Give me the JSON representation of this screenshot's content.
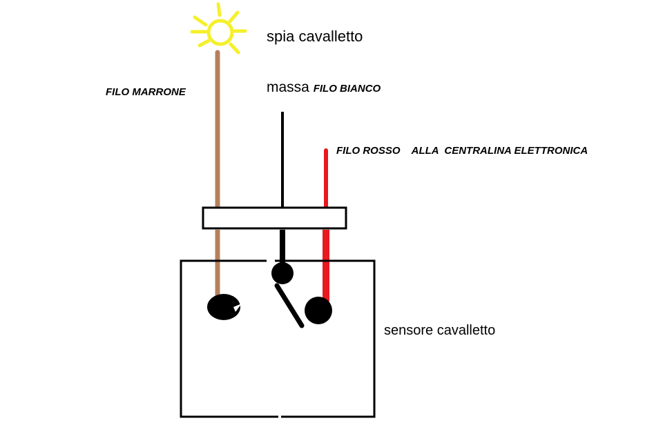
{
  "labels": {
    "lamp": "spia cavalletto",
    "brown_wire": "FILO MARRONE",
    "ground_prefix": "massa",
    "white_wire": "FILO BIANCO",
    "red_wire": "FILO ROSSO    ALLA  CENTRALINA ELETTRONICA",
    "sensor": "sensore cavalletto"
  },
  "colors": {
    "lamp": "#f5f02a",
    "brown_wire": "#b5805a",
    "white_wire": "#000000",
    "red_wire": "#e8191f",
    "outline": "#000000",
    "background": "#ffffff"
  },
  "icons": {
    "lamp": "sun-bulb-icon"
  }
}
